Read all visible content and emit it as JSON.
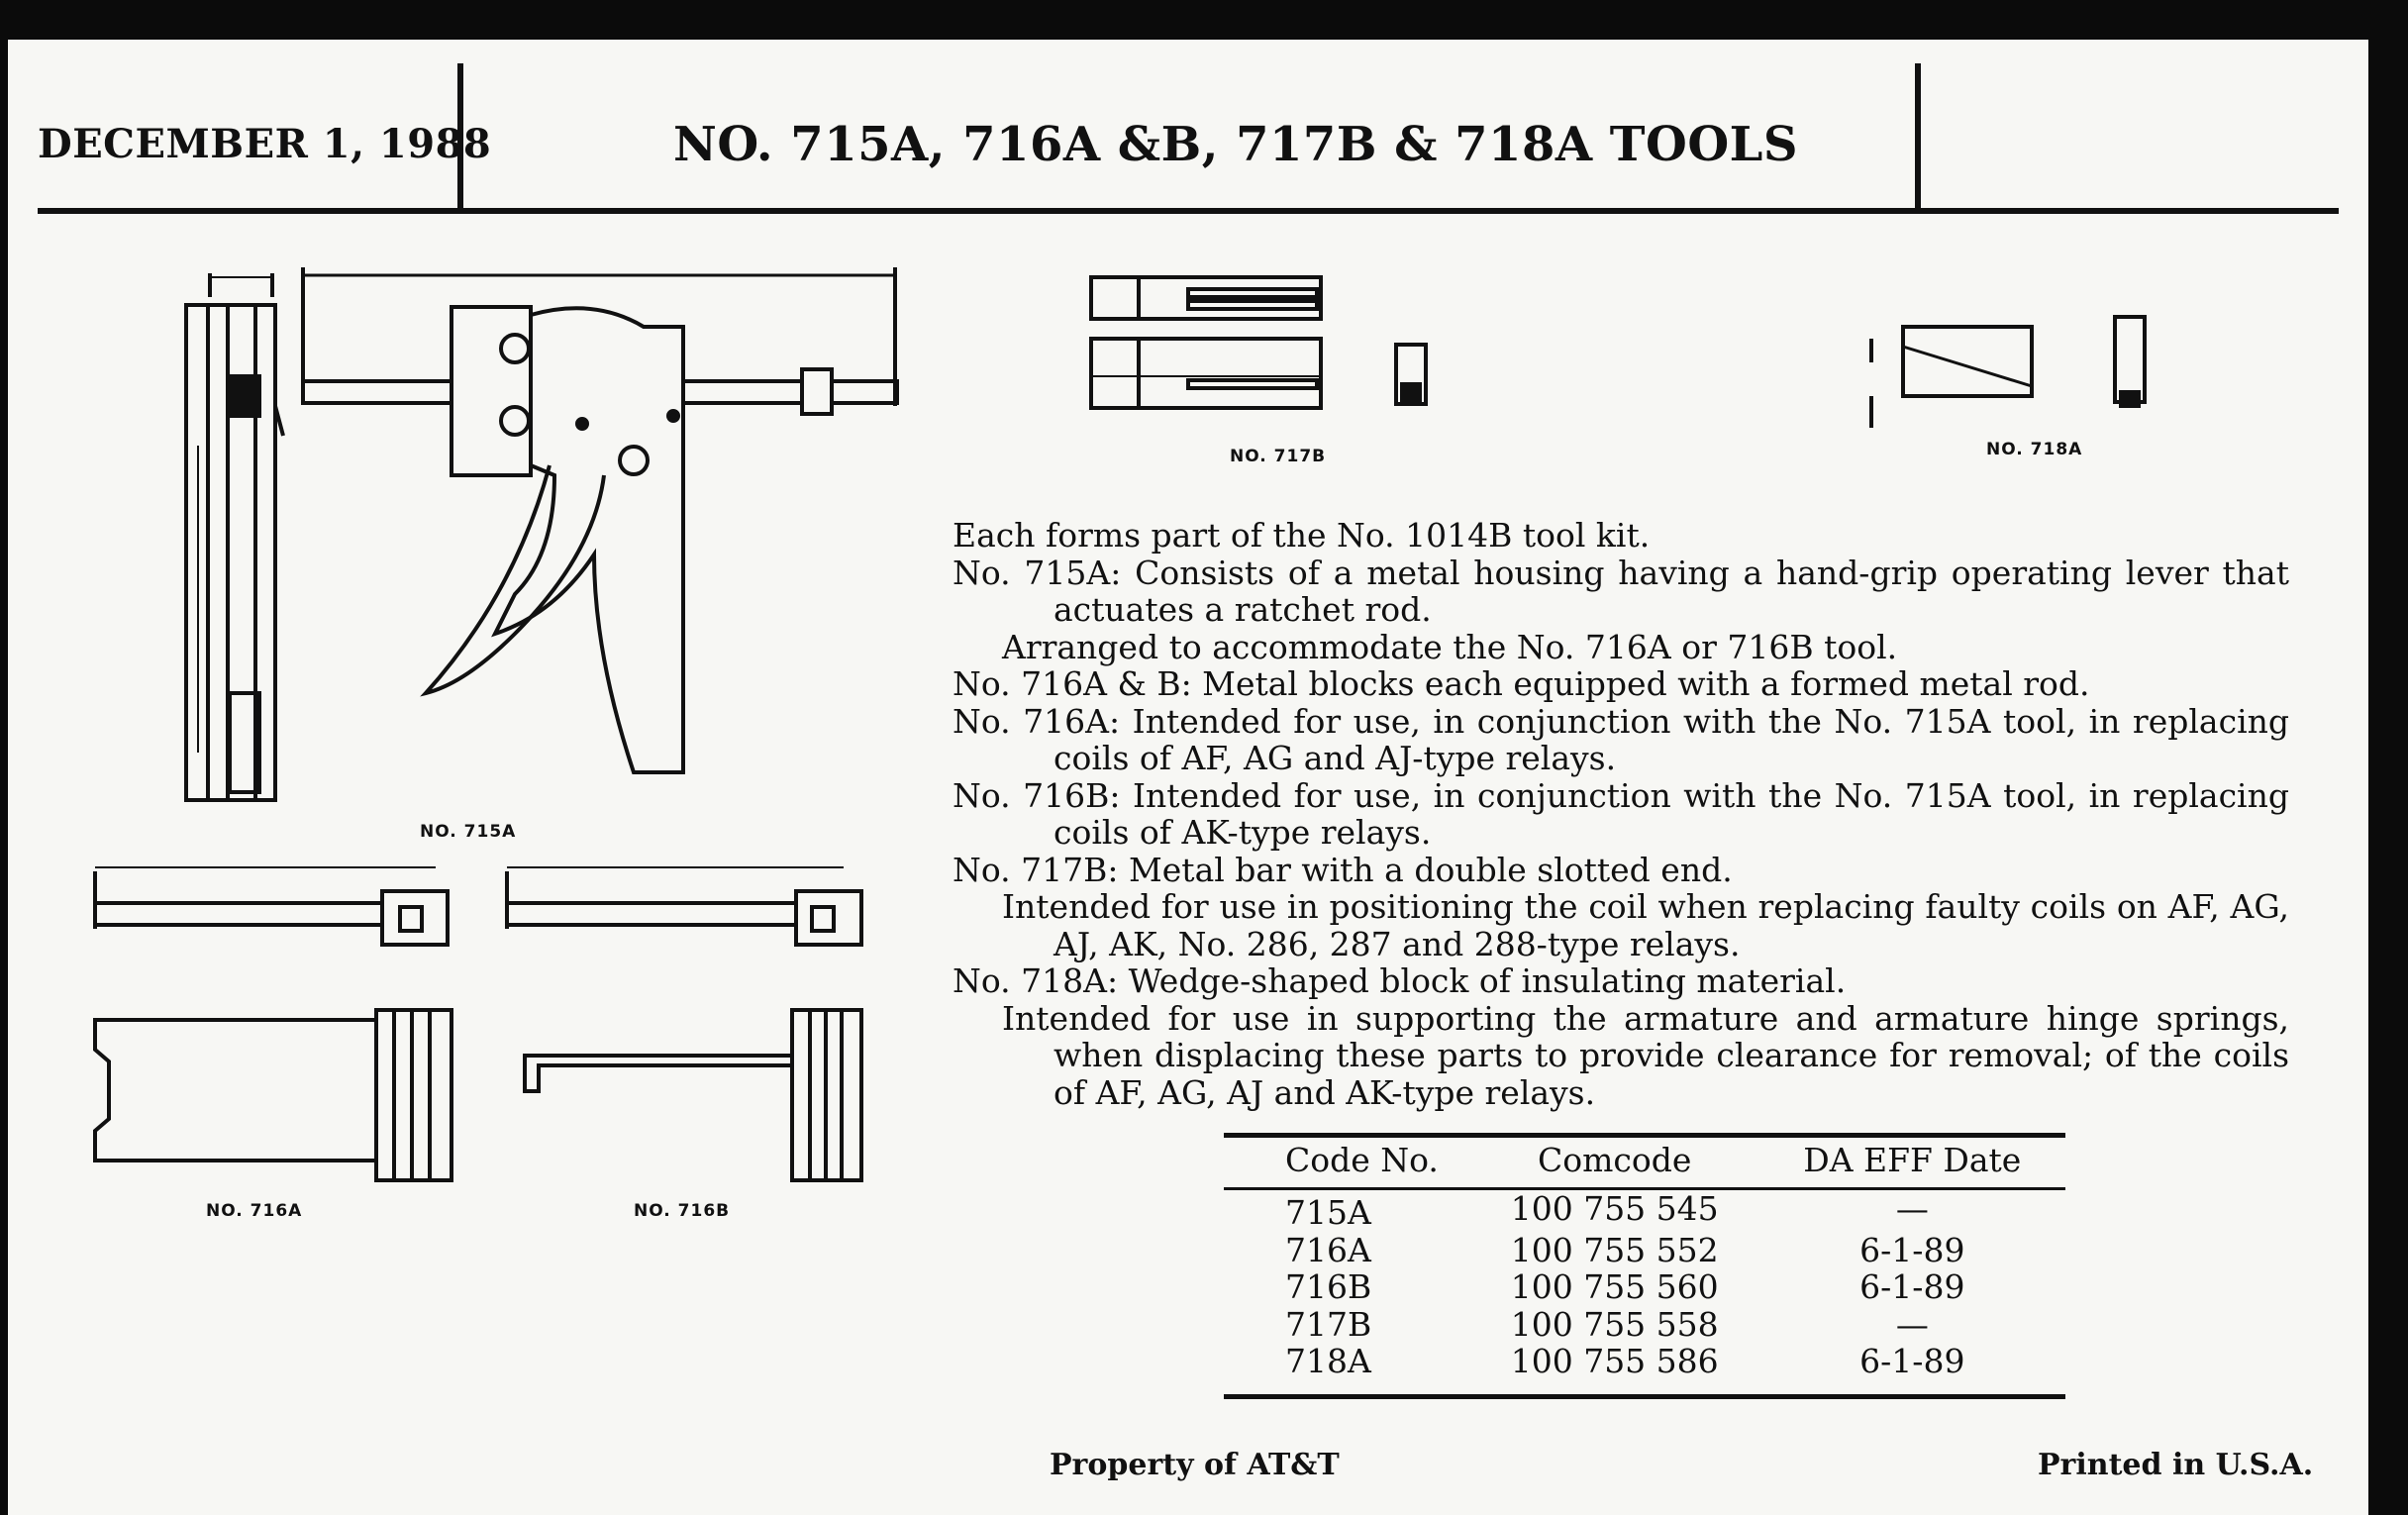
{
  "header": {
    "date": "DECEMBER 1, 1988",
    "title": "NO. 715A, 716A &B, 717B & 718A TOOLS"
  },
  "figures": {
    "tool_715A": "NO. 715A",
    "tool_716A": "NO. 716A",
    "tool_716B": "NO. 716B",
    "tool_717B": "NO. 717B",
    "tool_718A": "NO. 718A"
  },
  "description": {
    "kit": "Each forms part of the No. 1014B tool kit.",
    "t715A": "No. 715A: Consists of a metal housing having a hand-grip operating lever that actuates a ratchet rod.",
    "t715A_note": "Arranged to accommodate the No. 716A or 716B tool.",
    "t716AB": "No. 716A & B: Metal blocks each equipped with a formed metal rod.",
    "t716A": "No. 716A: Intended for use, in conjunction with the No. 715A tool, in replacing coils of AF, AG and AJ-type relays.",
    "t716B": "No. 716B: Intended for use, in conjunction with the No. 715A tool, in replacing coils of AK-type relays.",
    "t717B": "No. 717B: Metal bar with a double slotted end.",
    "t717B_note": "Intended for use in positioning the coil when replacing faulty coils on AF, AG, AJ, AK, No. 286, 287 and 288-type relays.",
    "t718A": "No. 718A: Wedge-shaped block of insulating material.",
    "t718A_note": "Intended for use in supporting the armature and armature hinge springs, when displacing these parts to provide clearance for removal; of the coils of AF, AG, AJ and AK-type relays."
  },
  "table": {
    "headers": [
      "Code No.",
      "Comcode",
      "DA EFF Date"
    ],
    "rows": [
      [
        "715A",
        "100 755 545",
        "—"
      ],
      [
        "716A",
        "100 755 552",
        "6-1-89"
      ],
      [
        "716B",
        "100 755 560",
        "6-1-89"
      ],
      [
        "717B",
        "100 755 558",
        "—"
      ],
      [
        "718A",
        "100 755 586",
        "6-1-89"
      ]
    ]
  },
  "footer": {
    "property": "Property of AT&T",
    "printed": "Printed in U.S.A."
  }
}
